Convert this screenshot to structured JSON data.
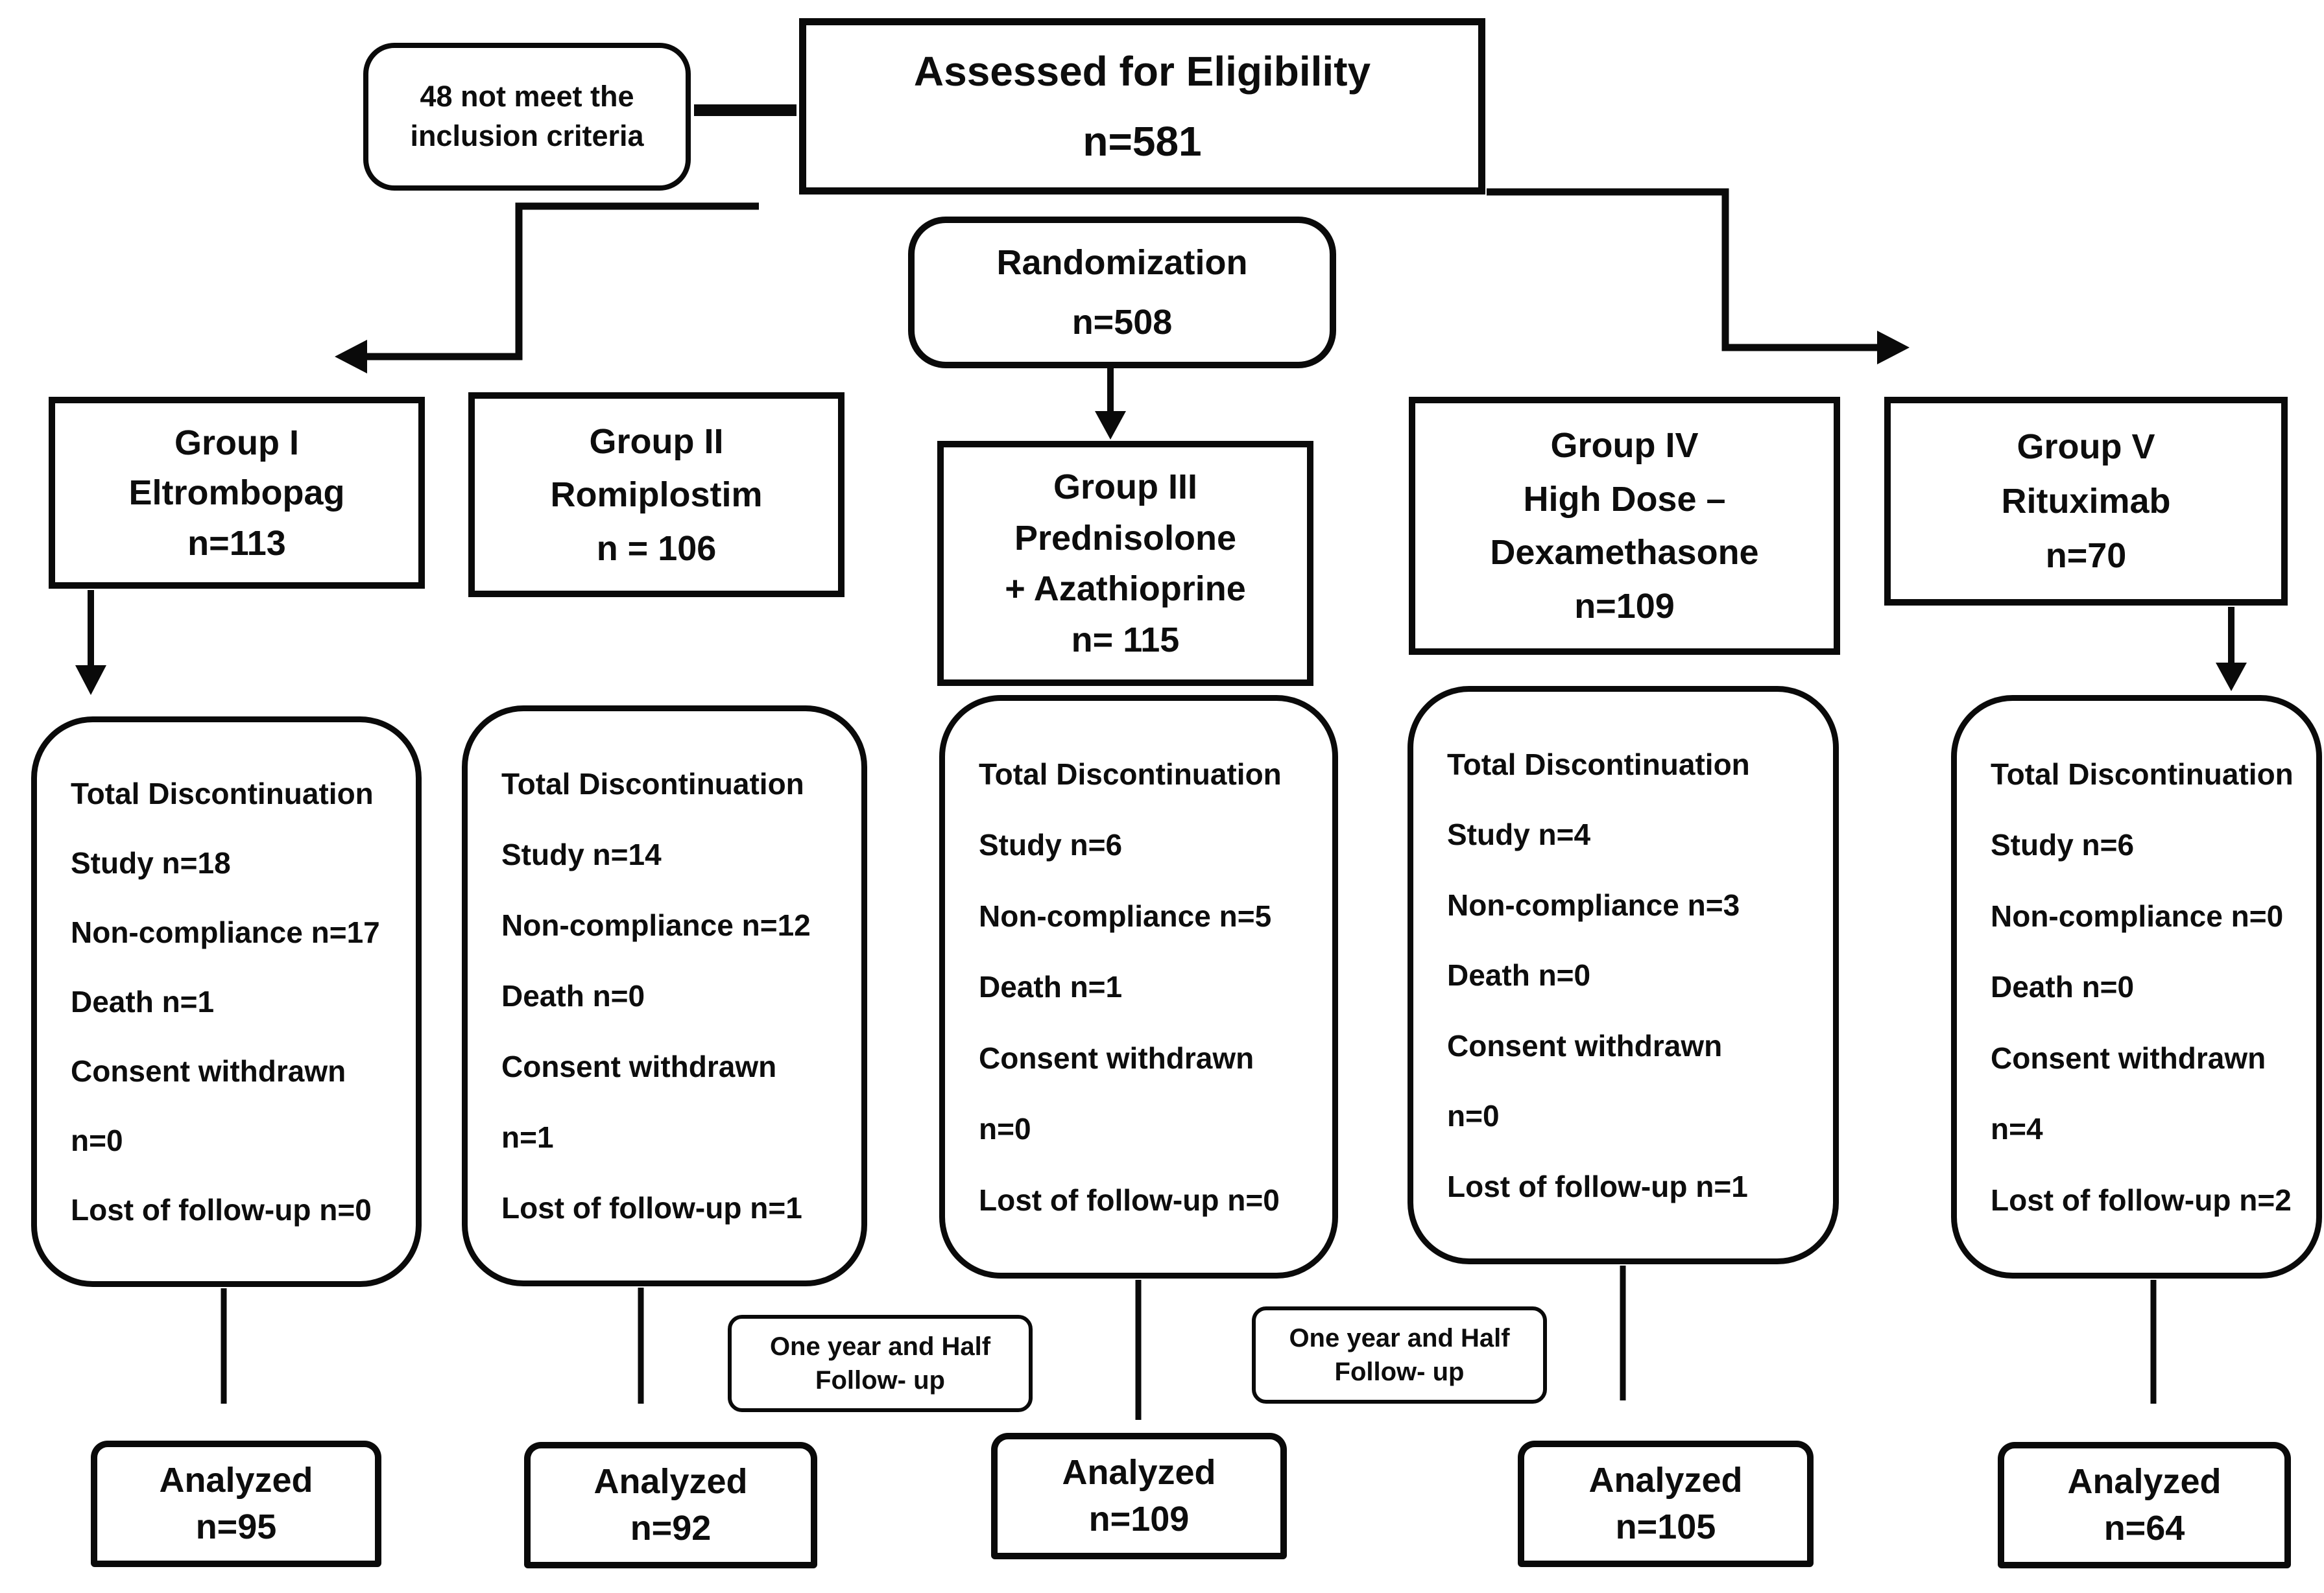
{
  "colors": {
    "ink": "#0a0a0a",
    "background": "#ffffff"
  },
  "excluded": {
    "lines": [
      "48 not meet the",
      "inclusion criteria"
    ]
  },
  "eligibility": {
    "lines": [
      "Assessed for Eligibility",
      "n=581"
    ]
  },
  "randomization": {
    "lines": [
      "Randomization",
      "n=508"
    ]
  },
  "followup_left": {
    "lines": [
      "One year and Half",
      "Follow- up"
    ]
  },
  "followup_right": {
    "lines": [
      "One year and Half",
      "Follow- up"
    ]
  },
  "groups": [
    {
      "label_lines": [
        "Group I",
        "Eltrombopag",
        "n=113"
      ],
      "discontinuation_lines": [
        "Total Discontinuation",
        "Study n=18",
        "Non-compliance n=17",
        "Death n=1",
        "Consent withdrawn",
        "n=0",
        "Lost of follow-up n=0"
      ],
      "analyzed_lines": [
        "Analyzed",
        "n=95"
      ]
    },
    {
      "label_lines": [
        "Group II",
        "Romiplostim",
        "n = 106"
      ],
      "discontinuation_lines": [
        "Total Discontinuation",
        "Study n=14",
        "Non-compliance n=12",
        "Death n=0",
        "Consent withdrawn",
        "n=1",
        "Lost of follow-up n=1"
      ],
      "analyzed_lines": [
        "Analyzed",
        "n=92"
      ]
    },
    {
      "label_lines": [
        "Group III",
        "Prednisolone",
        "+ Azathioprine",
        "n= 115"
      ],
      "discontinuation_lines": [
        "Total Discontinuation",
        "Study n=6",
        "Non-compliance n=5",
        "Death n=1",
        "Consent withdrawn",
        "n=0",
        "Lost of follow-up n=0"
      ],
      "analyzed_lines": [
        "Analyzed",
        "n=109"
      ]
    },
    {
      "label_lines": [
        "Group IV",
        "High Dose –",
        "Dexamethasone",
        "n=109"
      ],
      "discontinuation_lines": [
        "Total Discontinuation",
        "Study n=4",
        "Non-compliance n=3",
        "Death n=0",
        "Consent withdrawn",
        "n=0",
        "Lost of follow-up n=1"
      ],
      "analyzed_lines": [
        "Analyzed",
        "n=105"
      ]
    },
    {
      "label_lines": [
        "Group V",
        "Rituximab",
        "n=70"
      ],
      "discontinuation_lines": [
        "Total Discontinuation",
        "Study n=6",
        "Non-compliance n=0",
        "Death n=0",
        "Consent withdrawn",
        "n=4",
        "Lost of follow-up n=2"
      ],
      "analyzed_lines": [
        "Analyzed",
        "n=64"
      ]
    }
  ]
}
